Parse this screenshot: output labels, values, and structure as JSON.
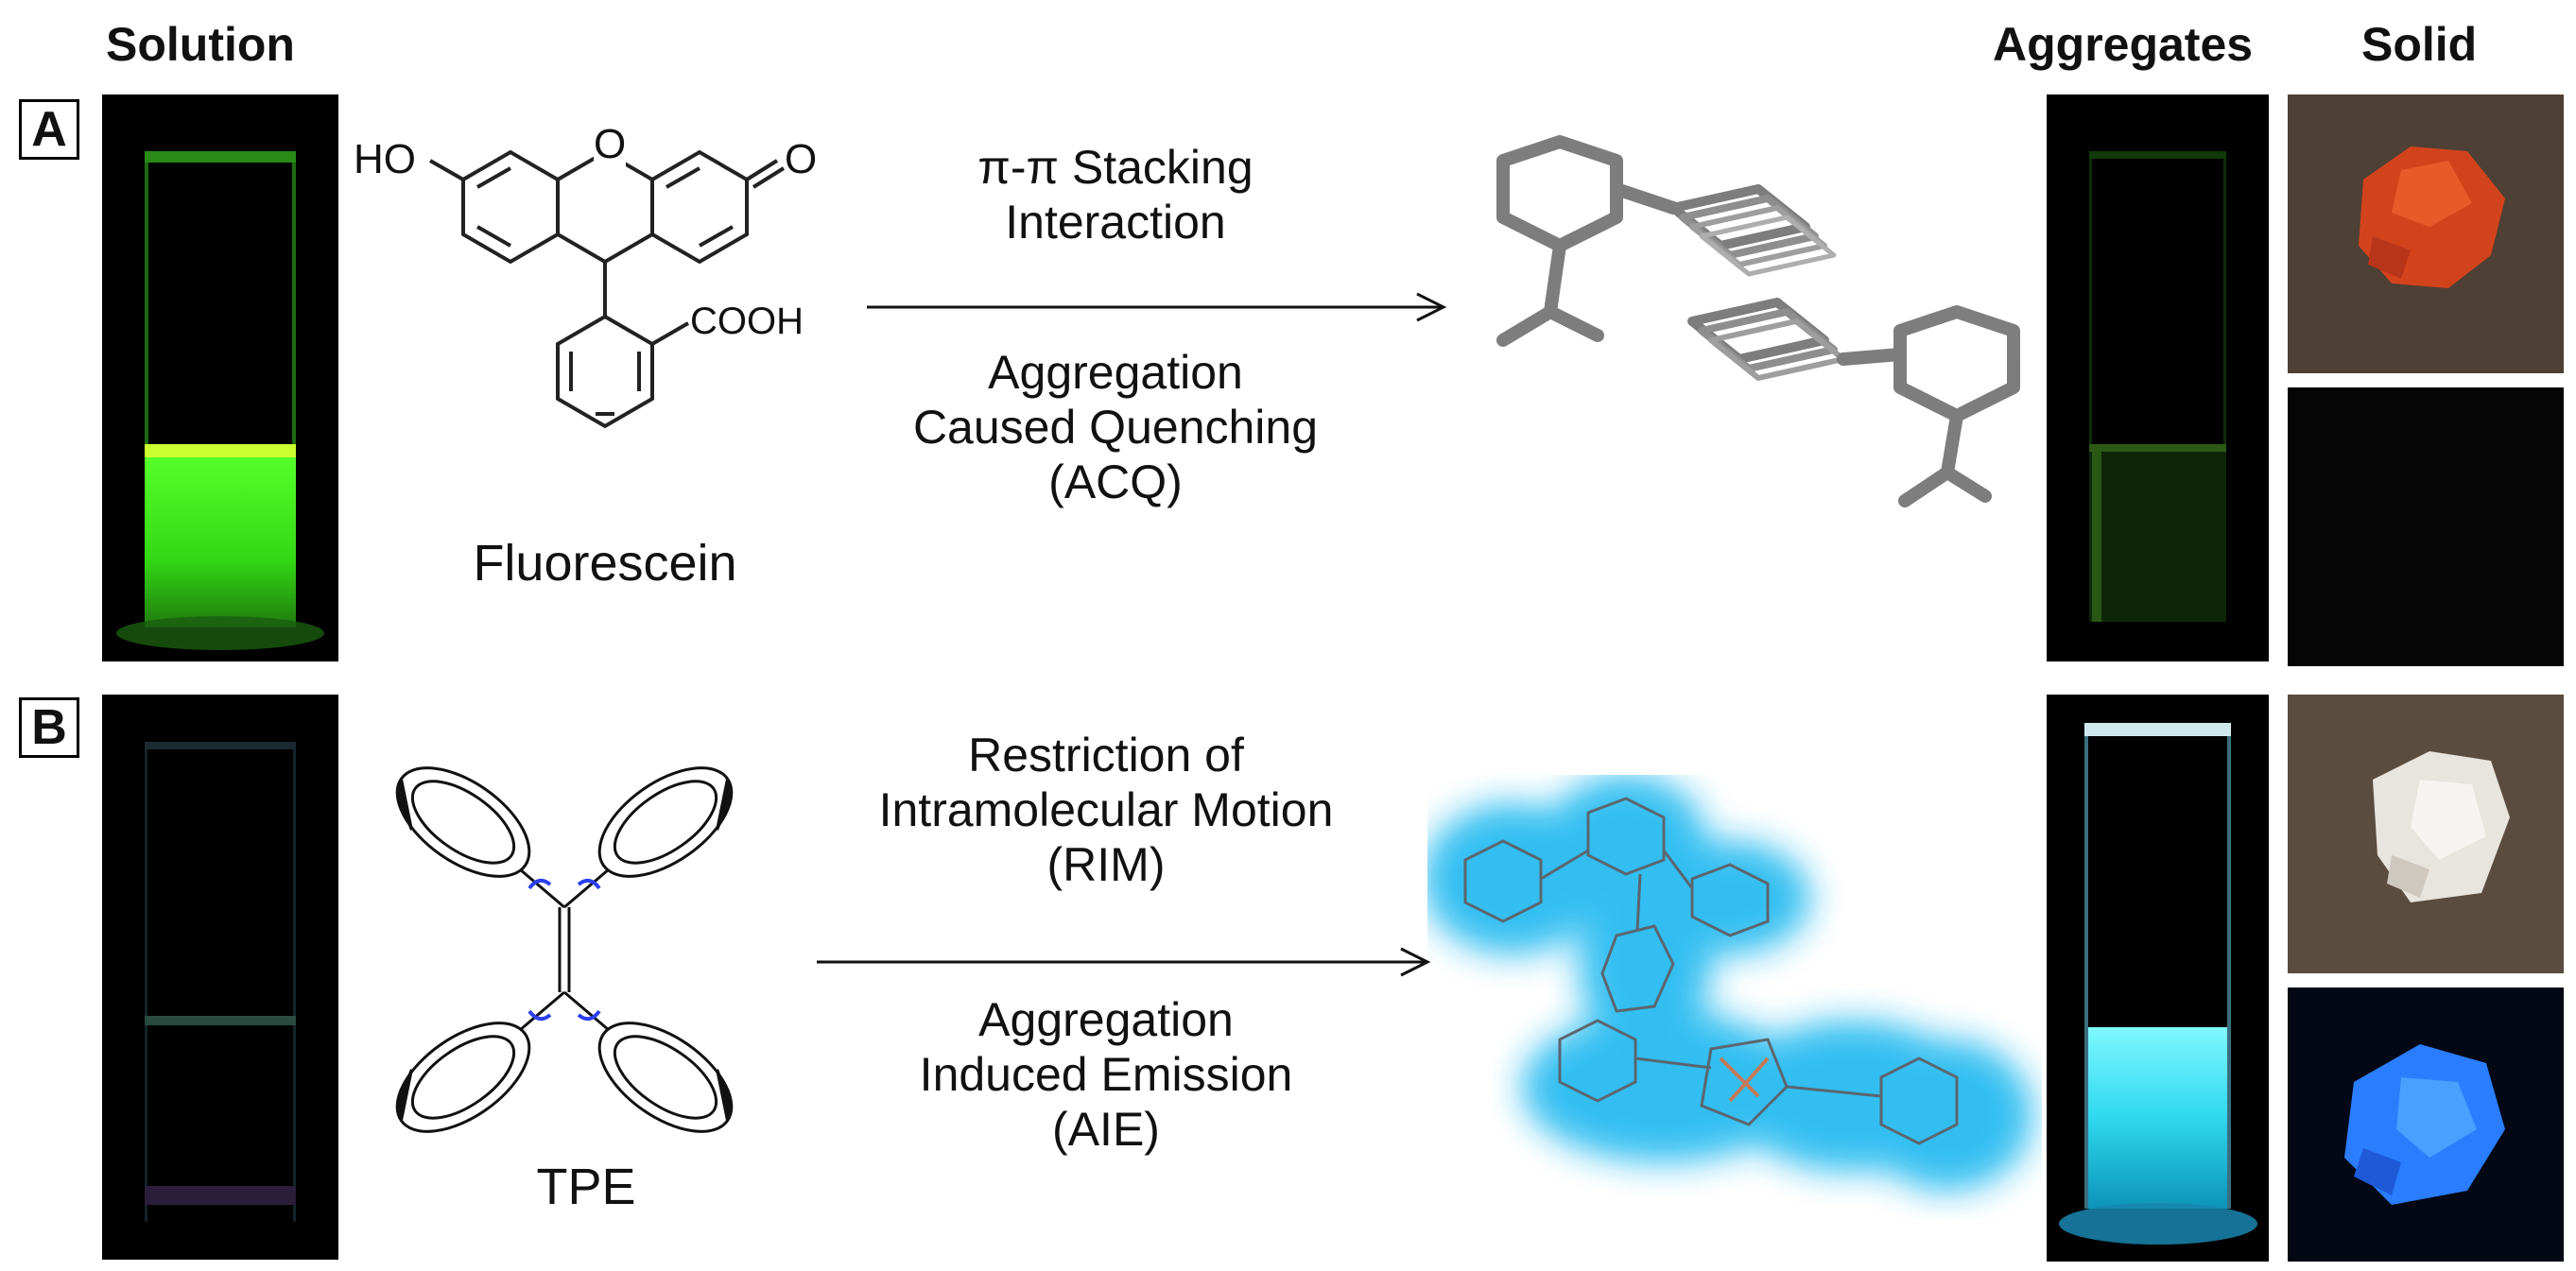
{
  "headers": {
    "solution": "Solution",
    "aggregates": "Aggregates",
    "solid": "Solid"
  },
  "panels": [
    {
      "label": "A",
      "compound": "Fluorescein",
      "structure_labels": {
        "hydroxyl": "HO",
        "ring_oxygen": "O",
        "carbonyl": "O",
        "acid": "COOH"
      },
      "arrow_top": [
        "π-π Stacking",
        "Interaction"
      ],
      "arrow_bottom": [
        "Aggregation",
        "Caused Quenching",
        "(ACQ)"
      ],
      "emission_color": "#39e619",
      "solid_color": "#d2431c"
    },
    {
      "label": "B",
      "compound": "TPE",
      "arrow_top": [
        "Restriction of",
        "Intramolecular Motion",
        "(RIM)"
      ],
      "arrow_bottom": [
        "Aggregation",
        "Induced Emission",
        "(AIE)"
      ],
      "emission_color": "#19c8f0",
      "solid_color": "#2a7dff"
    }
  ]
}
